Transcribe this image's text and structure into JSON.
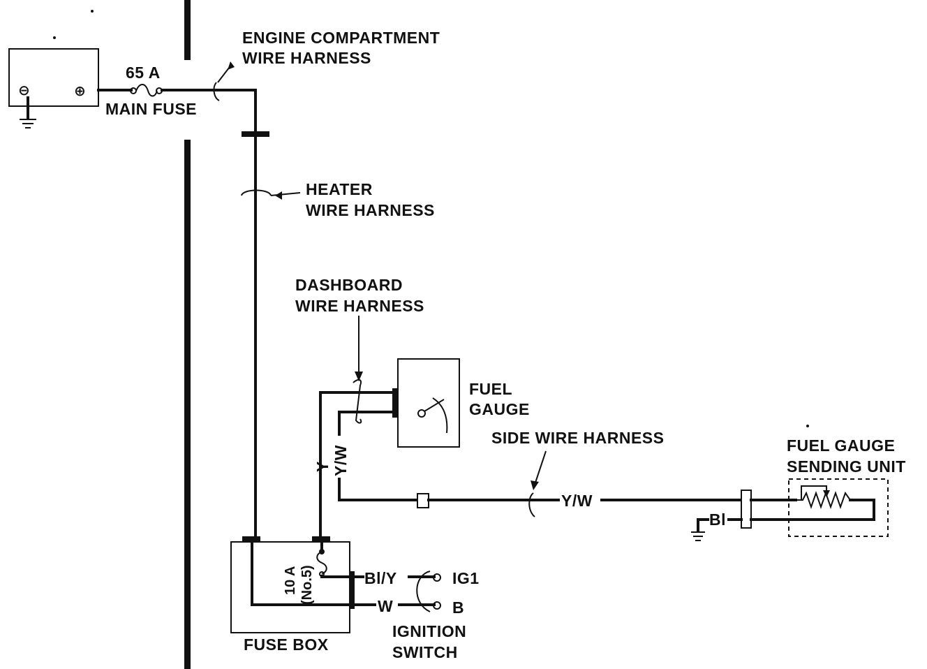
{
  "labels": {
    "main_fuse_rating": "65 A",
    "main_fuse": "MAIN FUSE",
    "engine_harness_line1": "ENGINE COMPARTMENT",
    "engine_harness_line2": "WIRE HARNESS",
    "heater_harness_line1": "HEATER",
    "heater_harness_line2": "WIRE HARNESS",
    "dashboard_harness_line1": "DASHBOARD",
    "dashboard_harness_line2": "WIRE HARNESS",
    "fuel_gauge_line1": "FUEL",
    "fuel_gauge_line2": "GAUGE",
    "side_harness": "SIDE WIRE HARNESS",
    "sending_unit_line1": "FUEL GAUGE",
    "sending_unit_line2": "SENDING UNIT",
    "fuse_rating_line1": "10 A",
    "fuse_rating_line2": "(No.5)",
    "fuse_box": "FUSE BOX",
    "ignition_line1": "IGNITION",
    "ignition_line2": "SWITCH",
    "ig1_terminal": "IG1",
    "b_terminal": "B"
  },
  "wire_colors": {
    "y": "Y",
    "yw_vertical": "Y/W",
    "yw_side": "Y/W",
    "bl_ground": "Bl",
    "bl_y": "Bl/Y",
    "w": "W"
  },
  "battery": {
    "negative_symbol": "⊖",
    "positive_symbol": "⊕"
  },
  "colors": {
    "ink": "#111111",
    "paper": "#ffffff"
  }
}
